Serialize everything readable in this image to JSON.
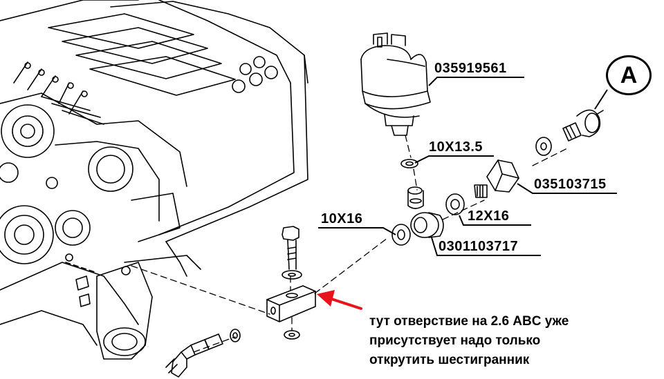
{
  "labels": {
    "sensor": "035919561",
    "washer_top": "10X13.5",
    "bolt_right": "035103715",
    "washer_left": "10X16",
    "washer_right": "12X16",
    "banjo": "0301103717"
  },
  "callout": "A",
  "note": {
    "line1": "тут отверствие на 2.6 ABC уже",
    "line2": "присутствует надо только",
    "line3": "открутить шестигранник"
  },
  "colors": {
    "line": "#000000",
    "arrow": "#e8141c",
    "background": "#ffffff"
  }
}
